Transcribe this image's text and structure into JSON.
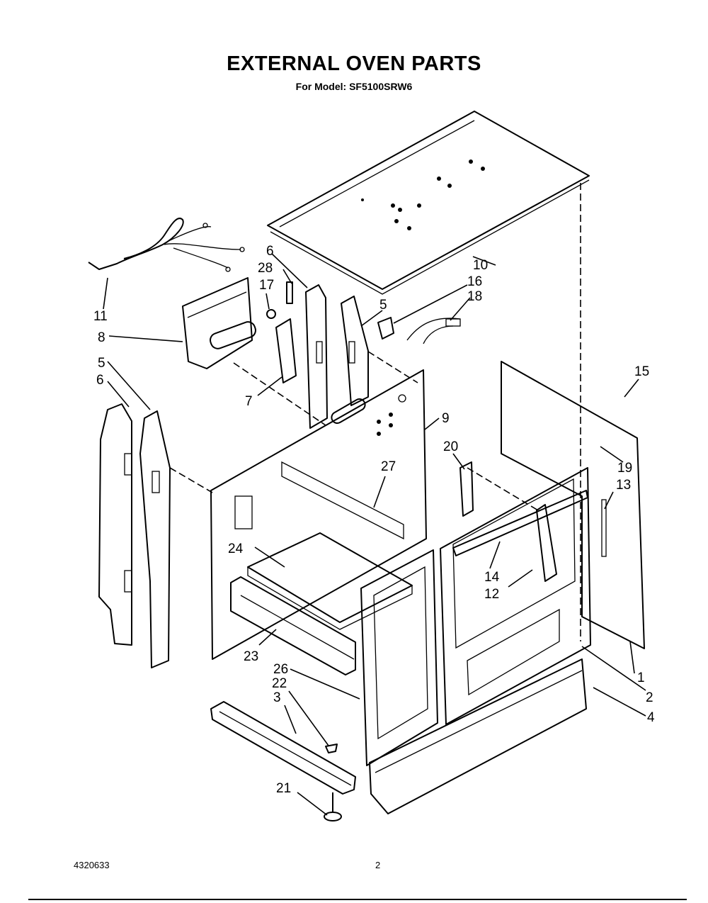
{
  "header": {
    "title": "EXTERNAL OVEN PARTS",
    "subtitle": "For Model: SF5100SRW6"
  },
  "footer": {
    "doc_number": "4320633",
    "page_number": "2"
  },
  "callouts": [
    {
      "id": "p1",
      "label": "1"
    },
    {
      "id": "p2",
      "label": "2"
    },
    {
      "id": "p3",
      "label": "3"
    },
    {
      "id": "p4",
      "label": "4"
    },
    {
      "id": "p5a",
      "label": "5"
    },
    {
      "id": "p5b",
      "label": "5"
    },
    {
      "id": "p6a",
      "label": "6"
    },
    {
      "id": "p6b",
      "label": "6"
    },
    {
      "id": "p7",
      "label": "7"
    },
    {
      "id": "p8",
      "label": "8"
    },
    {
      "id": "p9",
      "label": "9"
    },
    {
      "id": "p10",
      "label": "10"
    },
    {
      "id": "p11",
      "label": "11"
    },
    {
      "id": "p12",
      "label": "12"
    },
    {
      "id": "p13",
      "label": "13"
    },
    {
      "id": "p14",
      "label": "14"
    },
    {
      "id": "p15",
      "label": "15"
    },
    {
      "id": "p16",
      "label": "16"
    },
    {
      "id": "p17",
      "label": "17"
    },
    {
      "id": "p18",
      "label": "18"
    },
    {
      "id": "p19",
      "label": "19"
    },
    {
      "id": "p20",
      "label": "20"
    },
    {
      "id": "p21",
      "label": "21"
    },
    {
      "id": "p22",
      "label": "22"
    },
    {
      "id": "p23",
      "label": "23"
    },
    {
      "id": "p24",
      "label": "24"
    },
    {
      "id": "p26",
      "label": "26"
    },
    {
      "id": "p27",
      "label": "27"
    },
    {
      "id": "p28",
      "label": "28"
    }
  ]
}
